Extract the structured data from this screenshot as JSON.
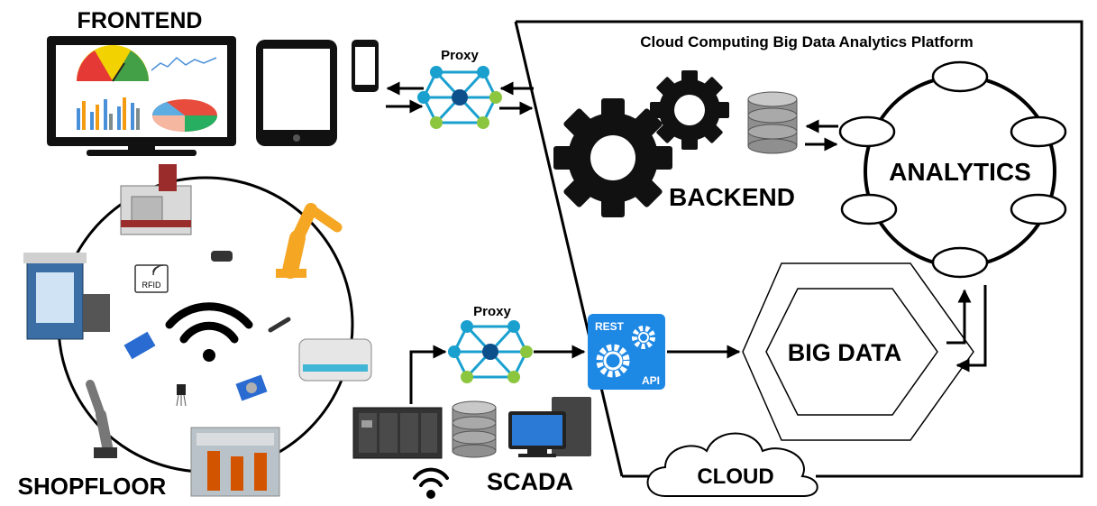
{
  "labels": {
    "frontend": "FRONTEND",
    "proxy_top": "Proxy",
    "proxy_bottom": "Proxy",
    "platform_title": "Cloud Computing Big Data Analytics Platform",
    "backend": "BACKEND",
    "analytics": "ANALYTICS",
    "big_data": "BIG DATA",
    "cloud": "CLOUD",
    "shopfloor": "SHOPFLOOR",
    "scada": "SCADA",
    "rfid": "RFID",
    "rest": "REST",
    "api": "API"
  },
  "colors": {
    "proxy_node_blue": "#1aa0cf",
    "proxy_node_center": "#0d4f8a",
    "proxy_node_green": "#8cc63f",
    "rest_api_tile": "#1e88e5",
    "robot_arm_orange": "#f5a623",
    "monitor_screen_blue": "#2b7bd6"
  },
  "icons": [
    "monitor-dashboard-icon",
    "tablet-icon",
    "smartphone-icon",
    "proxy-network-icon",
    "gear-icon",
    "database-icon",
    "wifi-icon",
    "rfid-icon",
    "cnc-machine-icon",
    "robot-arm-icon",
    "agv-robot-icon",
    "plc-icon",
    "desktop-computer-icon",
    "cloud-icon",
    "rest-api-icon"
  ]
}
